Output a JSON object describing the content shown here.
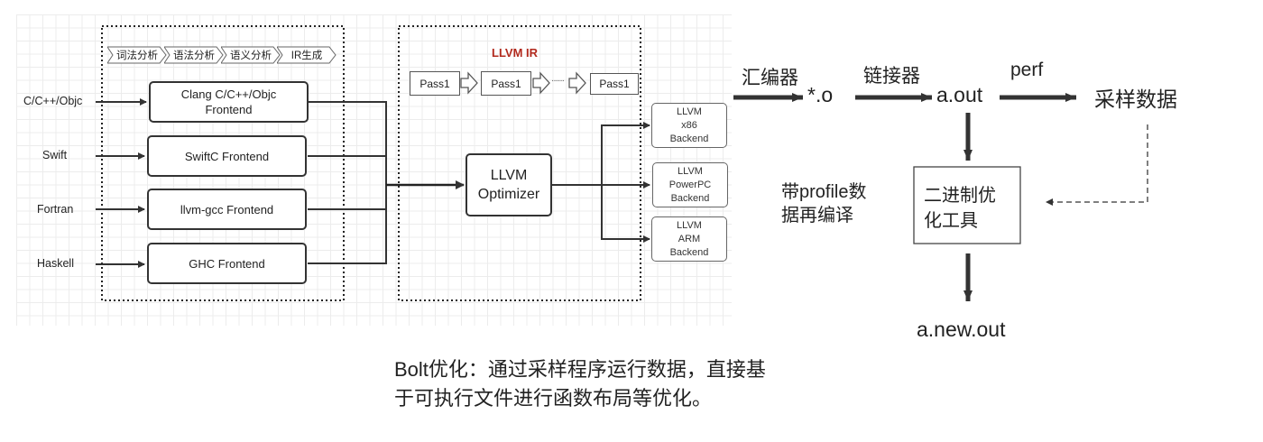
{
  "llvm_diagram": {
    "frontend_stages": [
      "词法分析",
      "语法分析",
      "语义分析",
      "IR生成"
    ],
    "languages": [
      "C/C++/Objc",
      "Swift",
      "Fortran",
      "Haskell"
    ],
    "frontends": [
      {
        "line1": "Clang C/C++/Objc",
        "line2": "Frontend"
      },
      {
        "line1": "SwiftC Frontend",
        "line2": ""
      },
      {
        "line1": "llvm-gcc Frontend",
        "line2": ""
      },
      {
        "line1": "GHC Frontend",
        "line2": ""
      }
    ],
    "ir_title": "LLVM IR",
    "passes": [
      "Pass1",
      "Pass1",
      "Pass1"
    ],
    "pass_ellipsis": "······",
    "optimizer": {
      "line1": "LLVM",
      "line2": "Optimizer"
    },
    "backends": [
      {
        "l1": "LLVM",
        "l2": "x86",
        "l3": "Backend"
      },
      {
        "l1": "LLVM",
        "l2": "PowerPC",
        "l3": "Backend"
      },
      {
        "l1": "LLVM",
        "l2": "ARM",
        "l3": "Backend"
      }
    ],
    "colors": {
      "ir_title": "#b22a1e",
      "line": "#333333",
      "grid": "#ececec"
    }
  },
  "bolt_flow": {
    "assembler_label": "汇编器",
    "object_file": "*.o",
    "linker_label": "链接器",
    "executable": "a.out",
    "perf_label": "perf",
    "sample_data": "采样数据",
    "recompile_note_line1": "带profile数",
    "recompile_note_line2": "据再编译",
    "optimizer_tool_line1": "二进制优",
    "optimizer_tool_line2": "化工具",
    "output": "a.new.out"
  },
  "caption": {
    "line1": "Bolt优化：通过采样程序运行数据，直接基",
    "line2": "于可执行文件进行函数布局等优化。"
  }
}
